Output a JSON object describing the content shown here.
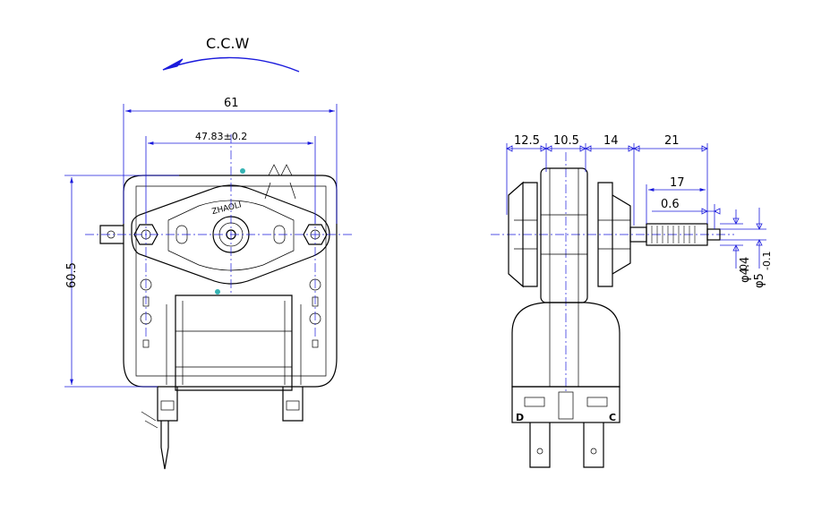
{
  "rotation": {
    "label": "C.C.W"
  },
  "front_view": {
    "width_label": "61",
    "hole_spacing_label": "47.83±0.2",
    "height_label": "60.5",
    "brand_marking": "ZHAOLI"
  },
  "side_view": {
    "segment_labels": [
      "12.5",
      "10.5",
      "14",
      "21"
    ],
    "shaft_length_label": "17",
    "shaft_flat_label": "0.6",
    "shaft_diameter_label": "φ4.4",
    "bearing_diameter_label": "φ5",
    "bearing_tol_upper": "0",
    "bearing_tol_lower": "-0.1",
    "terminal_left": "D",
    "terminal_right": "C"
  },
  "colors": {
    "dimension": "#1a1adc",
    "outline": "#000000",
    "marker": "#35b3b3"
  }
}
